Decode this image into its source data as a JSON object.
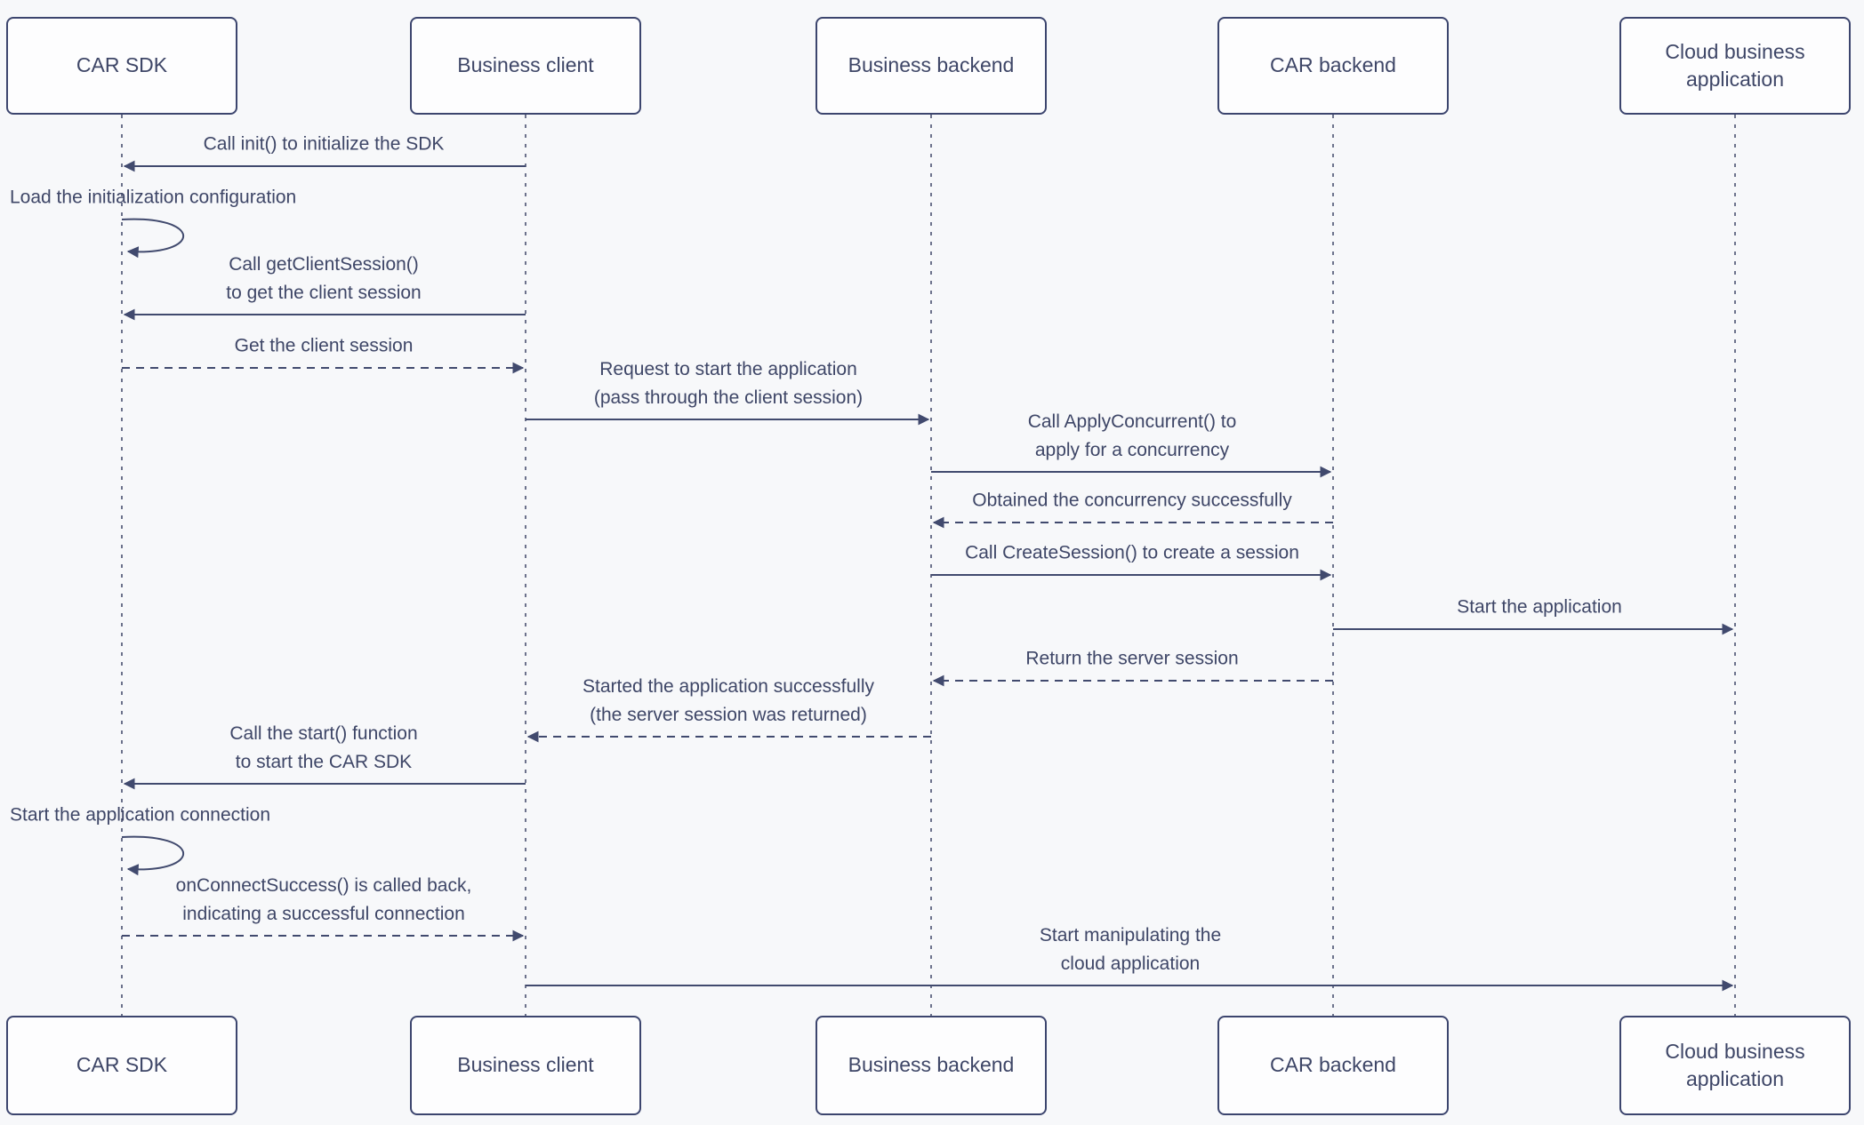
{
  "colors": {
    "ink": "#3e4667",
    "stroke": "#414a6e",
    "box_border": "#3c456e",
    "box_fill": "#fdfdfe",
    "background": "#f7f8fa"
  },
  "actors": [
    {
      "id": "car-sdk",
      "label": "CAR SDK"
    },
    {
      "id": "business-client",
      "label": "Business client"
    },
    {
      "id": "business-backend",
      "label": "Business backend"
    },
    {
      "id": "car-backend",
      "label": "CAR backend"
    },
    {
      "id": "cloud-app",
      "label": "Cloud business application"
    }
  ],
  "messages": [
    {
      "from": "business-client",
      "to": "car-sdk",
      "line": "solid",
      "kind": "message",
      "label": "Call init() to initialize the SDK"
    },
    {
      "from": "car-sdk",
      "to": "car-sdk",
      "line": "solid",
      "kind": "self",
      "label": "Load the initialization configuration"
    },
    {
      "from": "business-client",
      "to": "car-sdk",
      "line": "solid",
      "kind": "message",
      "label": "Call getClientSession()\nto get the client session"
    },
    {
      "from": "car-sdk",
      "to": "business-client",
      "line": "dashed",
      "kind": "message",
      "label": "Get the client session"
    },
    {
      "from": "business-client",
      "to": "business-backend",
      "line": "solid",
      "kind": "message",
      "label": "Request to start the application\n(pass through the client session)"
    },
    {
      "from": "business-backend",
      "to": "car-backend",
      "line": "solid",
      "kind": "message",
      "label": "Call ApplyConcurrent() to\napply for a concurrency"
    },
    {
      "from": "car-backend",
      "to": "business-backend",
      "line": "dashed",
      "kind": "message",
      "label": "Obtained the concurrency successfully"
    },
    {
      "from": "business-backend",
      "to": "car-backend",
      "line": "solid",
      "kind": "message",
      "label": "Call CreateSession() to create a session"
    },
    {
      "from": "car-backend",
      "to": "cloud-app",
      "line": "solid",
      "kind": "message",
      "label": "Start the application"
    },
    {
      "from": "car-backend",
      "to": "business-backend",
      "line": "dashed",
      "kind": "message",
      "label": "Return the server session"
    },
    {
      "from": "business-backend",
      "to": "business-client",
      "line": "dashed",
      "kind": "message",
      "label": "Started the application successfully\n(the server session was returned)"
    },
    {
      "from": "business-client",
      "to": "car-sdk",
      "line": "solid",
      "kind": "message",
      "label": "Call the start() function\nto start the CAR SDK"
    },
    {
      "from": "car-sdk",
      "to": "car-sdk",
      "line": "solid",
      "kind": "self",
      "label": "Start the application connection"
    },
    {
      "from": "car-sdk",
      "to": "business-client",
      "line": "dashed",
      "kind": "message",
      "label": "onConnectSuccess() is called back,\nindicating a successful connection"
    },
    {
      "from": "business-client",
      "to": "cloud-app",
      "line": "solid",
      "kind": "message",
      "label": "Start manipulating the\ncloud application"
    }
  ]
}
